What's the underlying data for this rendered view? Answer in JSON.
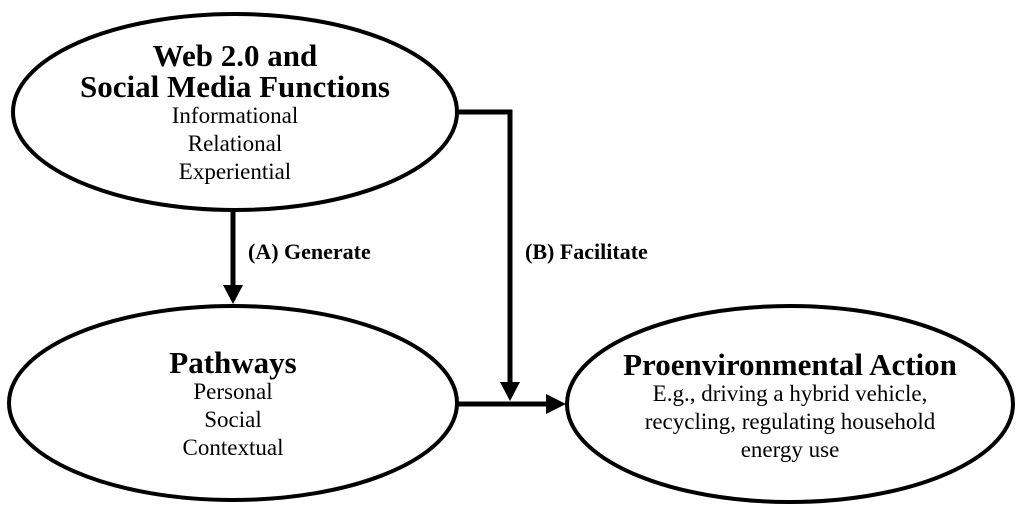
{
  "nodes": {
    "web": {
      "title_line1": "Web 2.0 and",
      "title_line2": "Social Media Functions",
      "items": [
        "Informational",
        "Relational",
        "Experiential"
      ]
    },
    "pathways": {
      "title": "Pathways",
      "items": [
        "Personal",
        "Social",
        "Contextual"
      ]
    },
    "action": {
      "title": "Proenvironmental Action",
      "lines": [
        "E.g., driving a hybrid vehicle,",
        "recycling, regulating household",
        "energy use"
      ]
    }
  },
  "edges": {
    "generate": "(A) Generate",
    "facilitate": "(B) Facilitate"
  }
}
